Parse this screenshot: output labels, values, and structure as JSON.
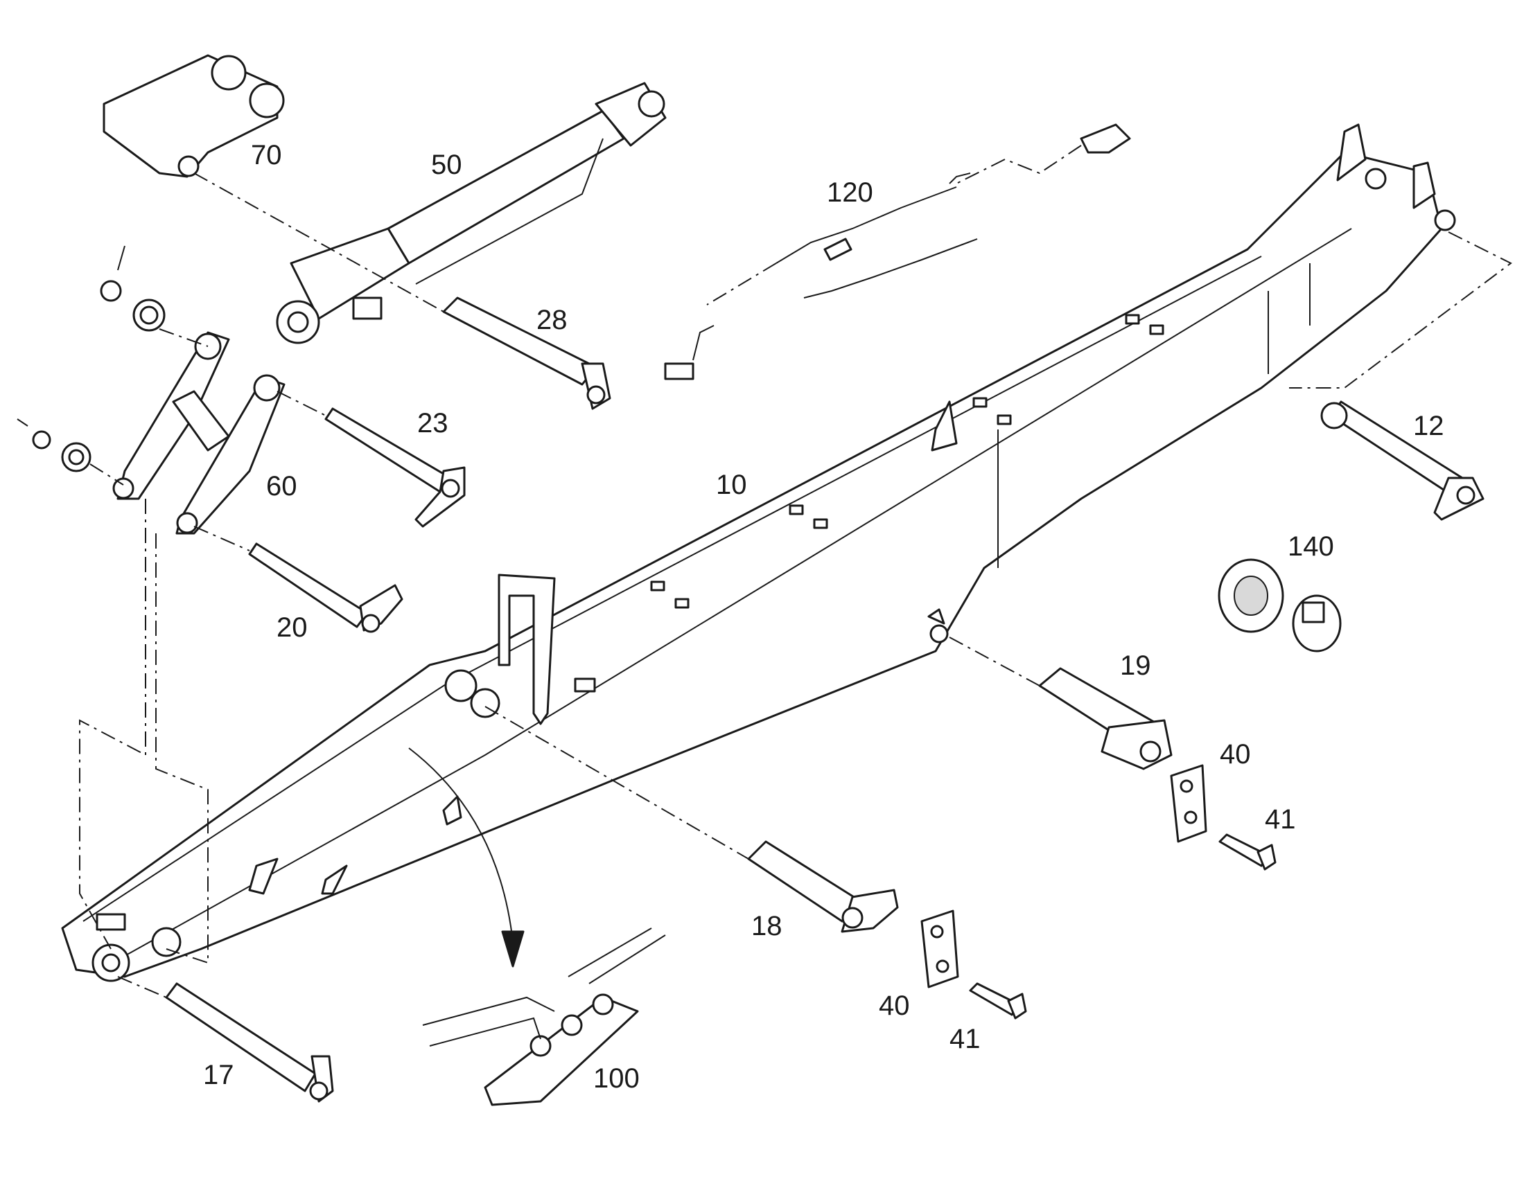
{
  "callouts": {
    "c70": "70",
    "c50": "50",
    "c120": "120",
    "c28": "28",
    "c23": "23",
    "c60": "60",
    "c10": "10",
    "c12": "12",
    "c140": "140",
    "c20": "20",
    "c19": "19",
    "c40a": "40",
    "c41a": "41",
    "c18": "18",
    "c40b": "40",
    "c41b": "41",
    "c17": "17",
    "c100": "100"
  }
}
